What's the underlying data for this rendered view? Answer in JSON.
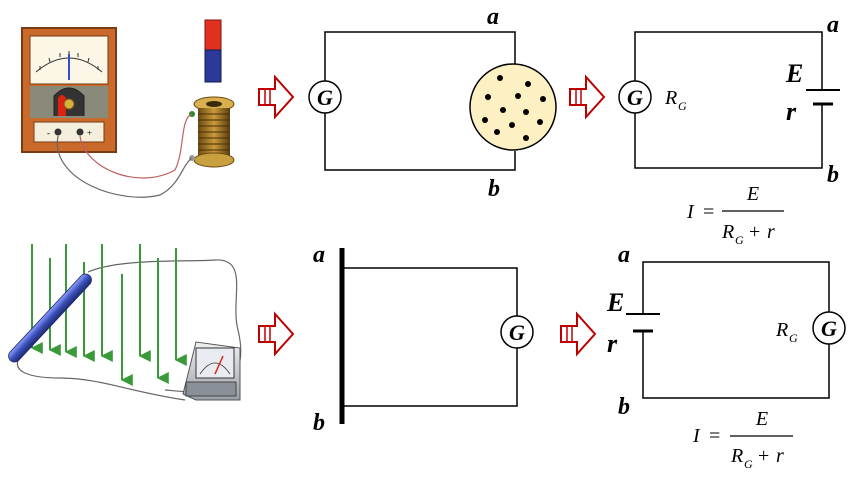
{
  "top_row": {
    "circuit1": {
      "galvanometer": "G",
      "node_a": "a",
      "node_b": "b"
    },
    "circuit2": {
      "galvanometer": "G",
      "resistance_label": "R",
      "resistance_sub": "G",
      "emf_label": "E",
      "internal_r_label": "r",
      "node_a": "a",
      "node_b": "b"
    },
    "formula": {
      "lhs": "I",
      "eq": "=",
      "numerator": "E",
      "den_R": "R",
      "den_sub": "G",
      "den_plus": "+",
      "den_r": "r"
    }
  },
  "bottom_row": {
    "circuit1": {
      "galvanometer": "G",
      "node_a": "a",
      "node_b": "b"
    },
    "circuit2": {
      "galvanometer": "G",
      "resistance_label": "R",
      "resistance_sub": "G",
      "emf_label": "E",
      "internal_r_label": "r",
      "node_a": "a",
      "node_b": "b"
    },
    "formula": {
      "lhs": "I",
      "eq": "=",
      "numerator": "E",
      "den_R": "R",
      "den_sub": "G",
      "den_plus": "+",
      "den_r": "r"
    }
  },
  "colors": {
    "arrow_outline": "#c00000",
    "magnet_red": "#e0301e",
    "magnet_blue": "#2b3a9a",
    "field_region": "#fdf1c4",
    "field_lines": "#3a9a3a",
    "rod": "#4a5fc0",
    "meter_wood": "#c96a2b"
  }
}
